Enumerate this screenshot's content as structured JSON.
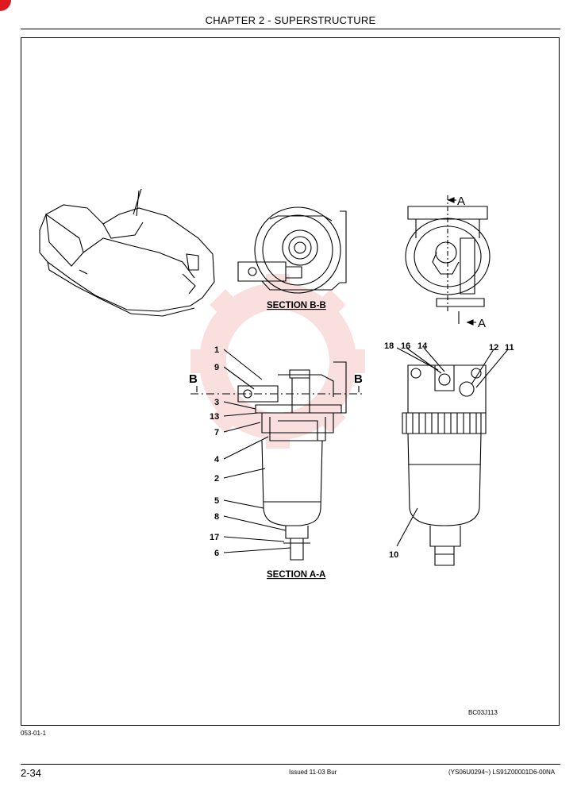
{
  "header": {
    "title": "CHAPTER 2 - SUPERSTRUCTURE"
  },
  "figure": {
    "section_bb": "SECTION B-B",
    "section_aa": "SECTION A-A",
    "arrow_b": "B",
    "arrow_a": "A",
    "callouts_left": [
      "1",
      "9",
      "3",
      "13",
      "7",
      "4",
      "2",
      "5",
      "8",
      "17",
      "6"
    ],
    "callouts_right": [
      "18",
      "16",
      "14",
      "12",
      "11",
      "10"
    ],
    "figure_id": "BC03J113"
  },
  "doc_code": "053-01-1",
  "footer": {
    "page": "2-34",
    "issued": "Issued 11-03   Bur",
    "serial": "(YS06U0294~)   LS91Z00001D6-00NA"
  },
  "colors": {
    "ink": "#000000",
    "watermark": "#f2a6a6",
    "corner": "#e0191f"
  }
}
